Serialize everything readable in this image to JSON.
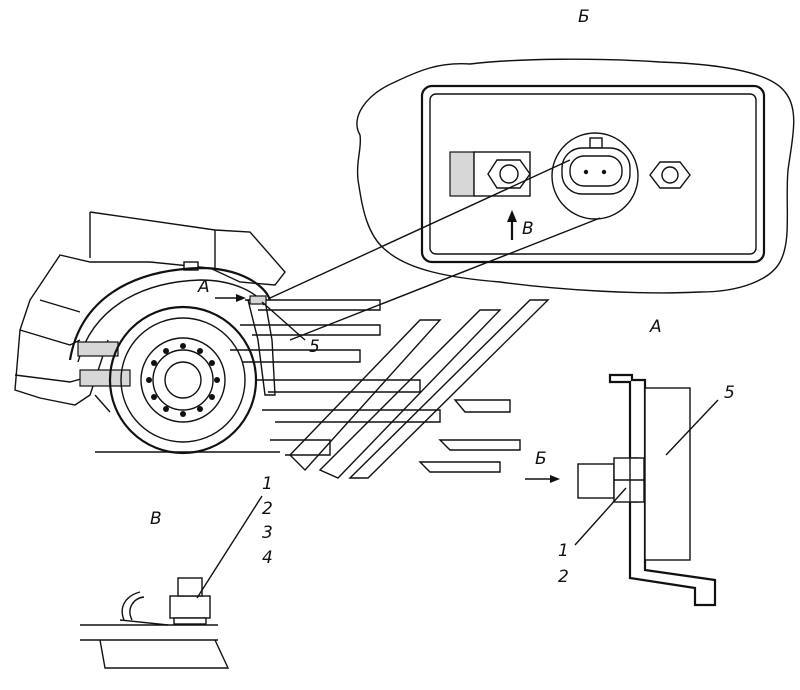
{
  "labels": {
    "view_b_title": "Б",
    "view_a_title": "А",
    "view_v_title": "В",
    "arrow_v": "В",
    "arrow_a": "А",
    "arrow_b": "Б",
    "callout_5_truck": "5",
    "callout_5_view_a": "5",
    "view_a_callouts": [
      "1",
      "2"
    ],
    "view_v_callouts": [
      "1",
      "2",
      "3",
      "4"
    ]
  }
}
